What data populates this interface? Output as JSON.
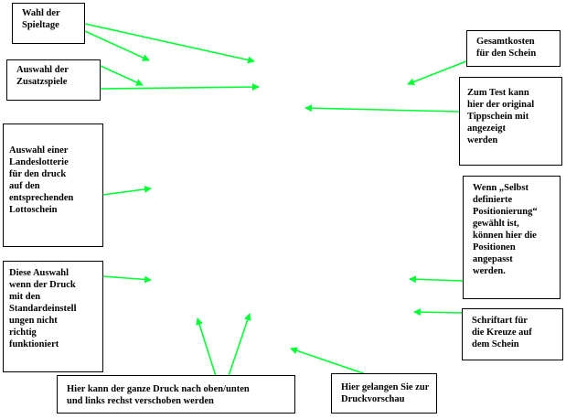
{
  "callouts": {
    "spieltage": "Wahl der\nSpieltage",
    "zusatzspiele": "Auswahl der\nZusatzspiele",
    "landeslotterie": "Auswahl einer\nLandeslotterie\nfür den druck\nauf den\nentsprechenden\nLottoschein",
    "standard": "Diese Auswahl\nwenn der Druck\nmit den\nStandardeinstell\nungen nicht\nrichtig\nfunktioniert",
    "verschieben": "Hier kann der ganze Druck nach oben/unten\nund links rechst verschoben werden",
    "vorschau": "Hier gelangen Sie zur\nDruckvorschau",
    "kreuze": "Schriftart für\ndie Kreuze auf\ndem Schein",
    "positionierung": "Wenn „Selbst\ndefinierte\nPositionierung“\ngewählt ist,\nkönnen hier die\nPositionen\nangepasst\nwerden.",
    "tippschein": "Zum Test kann\nhier der original\nTippschein mit\nangezeigt\nwerden",
    "gesamtkosten": "Gesamtkosten\nfür den Schein"
  },
  "colors": {
    "arrow": "#00ff33",
    "border": "#000000"
  }
}
